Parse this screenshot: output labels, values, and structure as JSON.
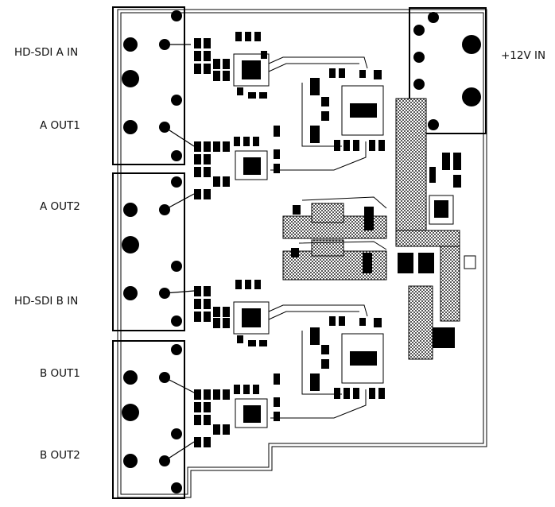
{
  "labels": {
    "hd_sdi_a_in": "HD-SDI A IN",
    "a_out1": "A OUT1",
    "a_out2": "A OUT2",
    "hd_sdi_b_in": "HD-SDI B IN",
    "b_out1": "B OUT1",
    "b_out2": "B OUT2",
    "power_in": "+12V IN"
  },
  "colors": {
    "copper": "#000000",
    "outline": "#000000",
    "hatch": "#888888",
    "background": "#ffffff"
  }
}
